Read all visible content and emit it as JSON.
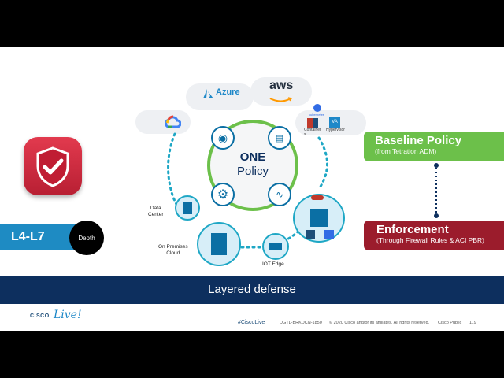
{
  "clouds": {
    "azure_label": "Azure",
    "aws_label": "aws",
    "kubernetes_label": "kubernetes",
    "container_label": "Container\ns",
    "hypervisor_label": "Hypervisor",
    "va_label": "VA"
  },
  "center": {
    "line1": "ONE",
    "line2": "Policy"
  },
  "nodes": {
    "data_center": "Data\nCenter",
    "on_prem": "On Premises\nCloud",
    "iot_edge": "IOT Edge"
  },
  "baseline": {
    "title": "Baseline Policy",
    "subtitle": "(from Tetration ADM)"
  },
  "enforcement": {
    "title": "Enforcement",
    "subtitle": "(Through Firewall Rules & ACI PBR)"
  },
  "left": {
    "l4l7": "L4-L7",
    "depth": "Depth"
  },
  "banner": {
    "text": "Layered defense"
  },
  "footer": {
    "hashtag": "#CiscoLive",
    "session": "DGTL-BRKDCN-1850",
    "copyright": "© 2020  Cisco and/or its affiliates. All rights reserved.",
    "classification": "Cisco Public",
    "page": "119",
    "logo_text_cisco": "CISCO",
    "logo_text_live": "Live!"
  },
  "colors": {
    "green": "#6cc04a",
    "red": "#9b1c2c",
    "blue": "#1e8bc3",
    "navy": "#0d2f5e"
  }
}
